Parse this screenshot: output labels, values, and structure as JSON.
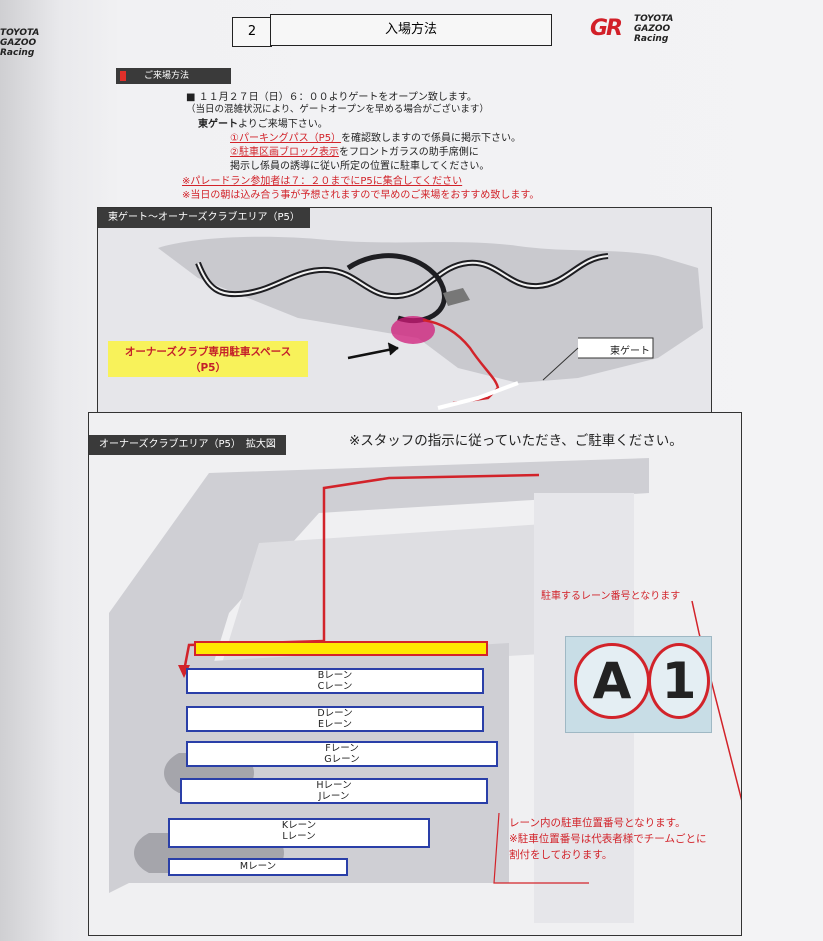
{
  "header": {
    "page_number": "2",
    "title": "入場方法",
    "brand_text": [
      "TOYOTA",
      "GAZOO",
      "Racing"
    ],
    "brand_mark": "GR",
    "edge_brand_text": [
      "TOYOTA",
      "GAZOO",
      "Racing"
    ]
  },
  "section": {
    "label": "ご来場方法"
  },
  "instructions": {
    "line1": "■ １１月２７日（日）６：００よりゲートをオープン致します。",
    "line2": "（当日の混雑状況により、ゲートオープンを早める場合がございます）",
    "line3_bold": "東ゲート",
    "line3_rest": "よりご来場下さい。",
    "line4_red": "①パーキングパス（P5）",
    "line4_rest": "を確認致しますので係員に掲示下さい。",
    "line5_red": "②駐車区画ブロック表示",
    "line5_rest": "をフロントガラスの助手席側に",
    "line6": "掲示し係員の誘導に従い所定の位置に駐車してください。",
    "note1": "※パレードラン参加者は７：２０までにP5に集合してください",
    "note2": "※当日の朝は込み合う事が予想されますので早めのご来場をおすすめ致します。"
  },
  "map1": {
    "tag": "東ゲート～オーナーズクラブエリア（P5）",
    "callout": [
      "オーナーズクラブ専用駐車スペース",
      "（P5）"
    ],
    "gate_label": "東ゲート"
  },
  "map2": {
    "tag": "オーナーズクラブエリア（P5）　拡大図",
    "instruction": "※スタッフの指示に従っていただき、ご駐車ください。",
    "lanes": [
      {
        "labels": [
          "Bレーン",
          "Cレーン"
        ]
      },
      {
        "labels": [
          "Dレーン",
          "Eレーン"
        ]
      },
      {
        "labels": [
          "Fレーン",
          "Gレーン"
        ]
      },
      {
        "labels": [
          "Hレーン",
          "Jレーン"
        ]
      },
      {
        "labels": [
          "Kレーン",
          "Lレーン"
        ]
      },
      {
        "labels": [
          "Mレーン"
        ]
      }
    ],
    "sample_label_top": "駐車するレーン番号となります",
    "sample_code": [
      "A",
      "1"
    ],
    "note_lines": [
      "レーン内の駐車位置番号となります。",
      "※駐車位置番号は代表者様でチームごとに",
      "割付をしております。"
    ]
  },
  "colors": {
    "accent_red": "#d2232a",
    "lane_blue": "#2a3fa8",
    "callout_yellow": "#f8f25a",
    "tag_dark": "#3a3a3a"
  }
}
